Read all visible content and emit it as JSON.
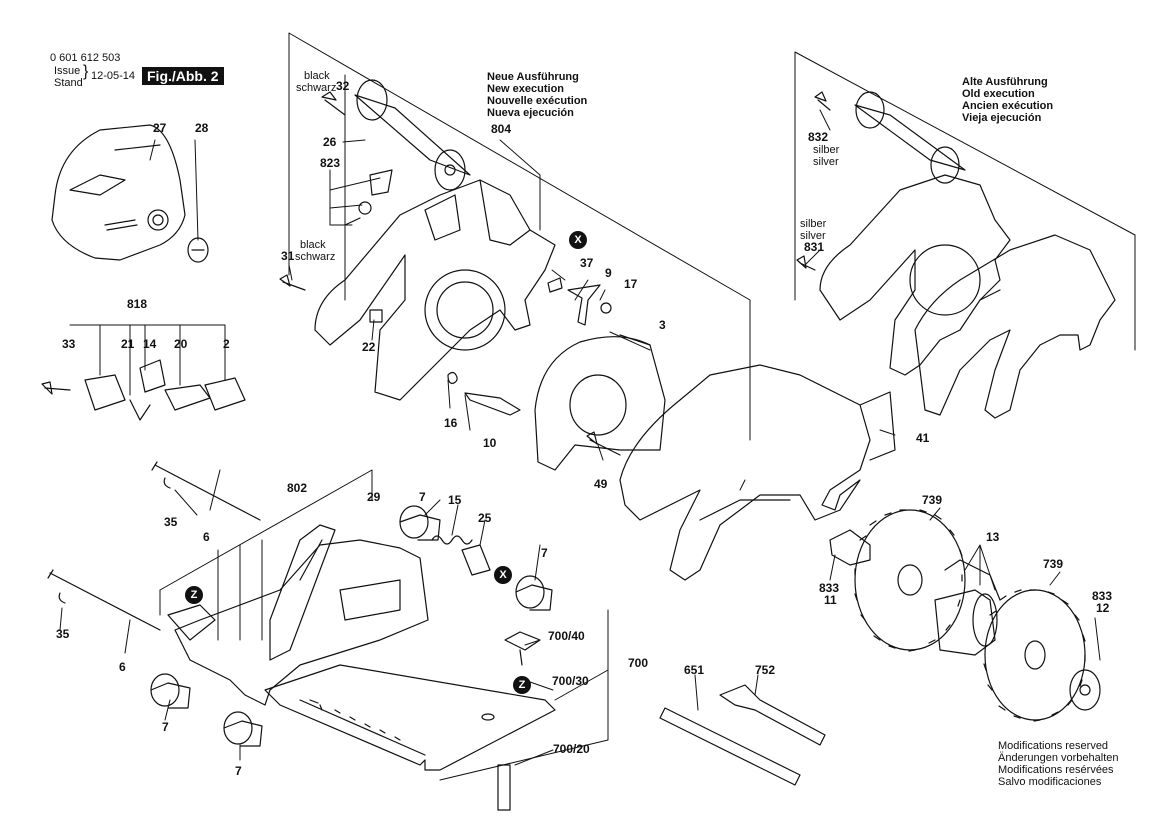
{
  "header": {
    "part_number": "0 601 612 503",
    "issue_label": "Issue",
    "stand_label": "Stand",
    "date": "12-05-14",
    "fig_label": "Fig./Abb. 2"
  },
  "new_execution": [
    "Neue Ausführung",
    "New execution",
    "Nouvelle exécution",
    "Nueva ejecución"
  ],
  "old_execution": [
    "Alte Ausführung",
    "Old execution",
    "Ancien exécution",
    "Vieja ejecución"
  ],
  "color_notes": {
    "black_32": [
      "black",
      "schwarz"
    ],
    "black_31": [
      "black",
      "schwarz"
    ],
    "silber_832": [
      "silber",
      "silver"
    ],
    "silber_831": [
      "silber",
      "silver"
    ]
  },
  "callouts": {
    "c27": "27",
    "c28": "28",
    "c32": "32",
    "c26": "26",
    "c804": "804",
    "c823": "823",
    "c31": "31",
    "c22": "22",
    "c37": "37",
    "c9": "9",
    "c17": "17",
    "c3": "3",
    "c818": "818",
    "c33": "33",
    "c21": "21",
    "c14": "14",
    "c20": "20",
    "c2": "2",
    "c16": "16",
    "c10": "10",
    "c49": "49",
    "c41": "41",
    "c832": "832",
    "c831": "831",
    "c739a": "739",
    "c13": "13",
    "c739b": "739",
    "c833a": "833",
    "c11": "11",
    "c833b": "833",
    "c12": "12",
    "c802": "802",
    "c29": "29",
    "c7a": "7",
    "c15": "15",
    "c25": "25",
    "c7b": "7",
    "c35a": "35",
    "c6a": "6",
    "c35b": "35",
    "c6b": "6",
    "c7c": "7",
    "c7d": "7",
    "c700_40": "700/40",
    "c700": "700",
    "c700_30": "700/30",
    "c700_20": "700/20",
    "c651": "651",
    "c752": "752"
  },
  "markers": {
    "x1": "X",
    "x2": "X",
    "z1": "Z",
    "z2": "Z"
  },
  "modifications": [
    "Modifications reserved",
    "Änderungen vorbehalten",
    "Modifications resérvées",
    "Salvo modificaciones"
  ]
}
